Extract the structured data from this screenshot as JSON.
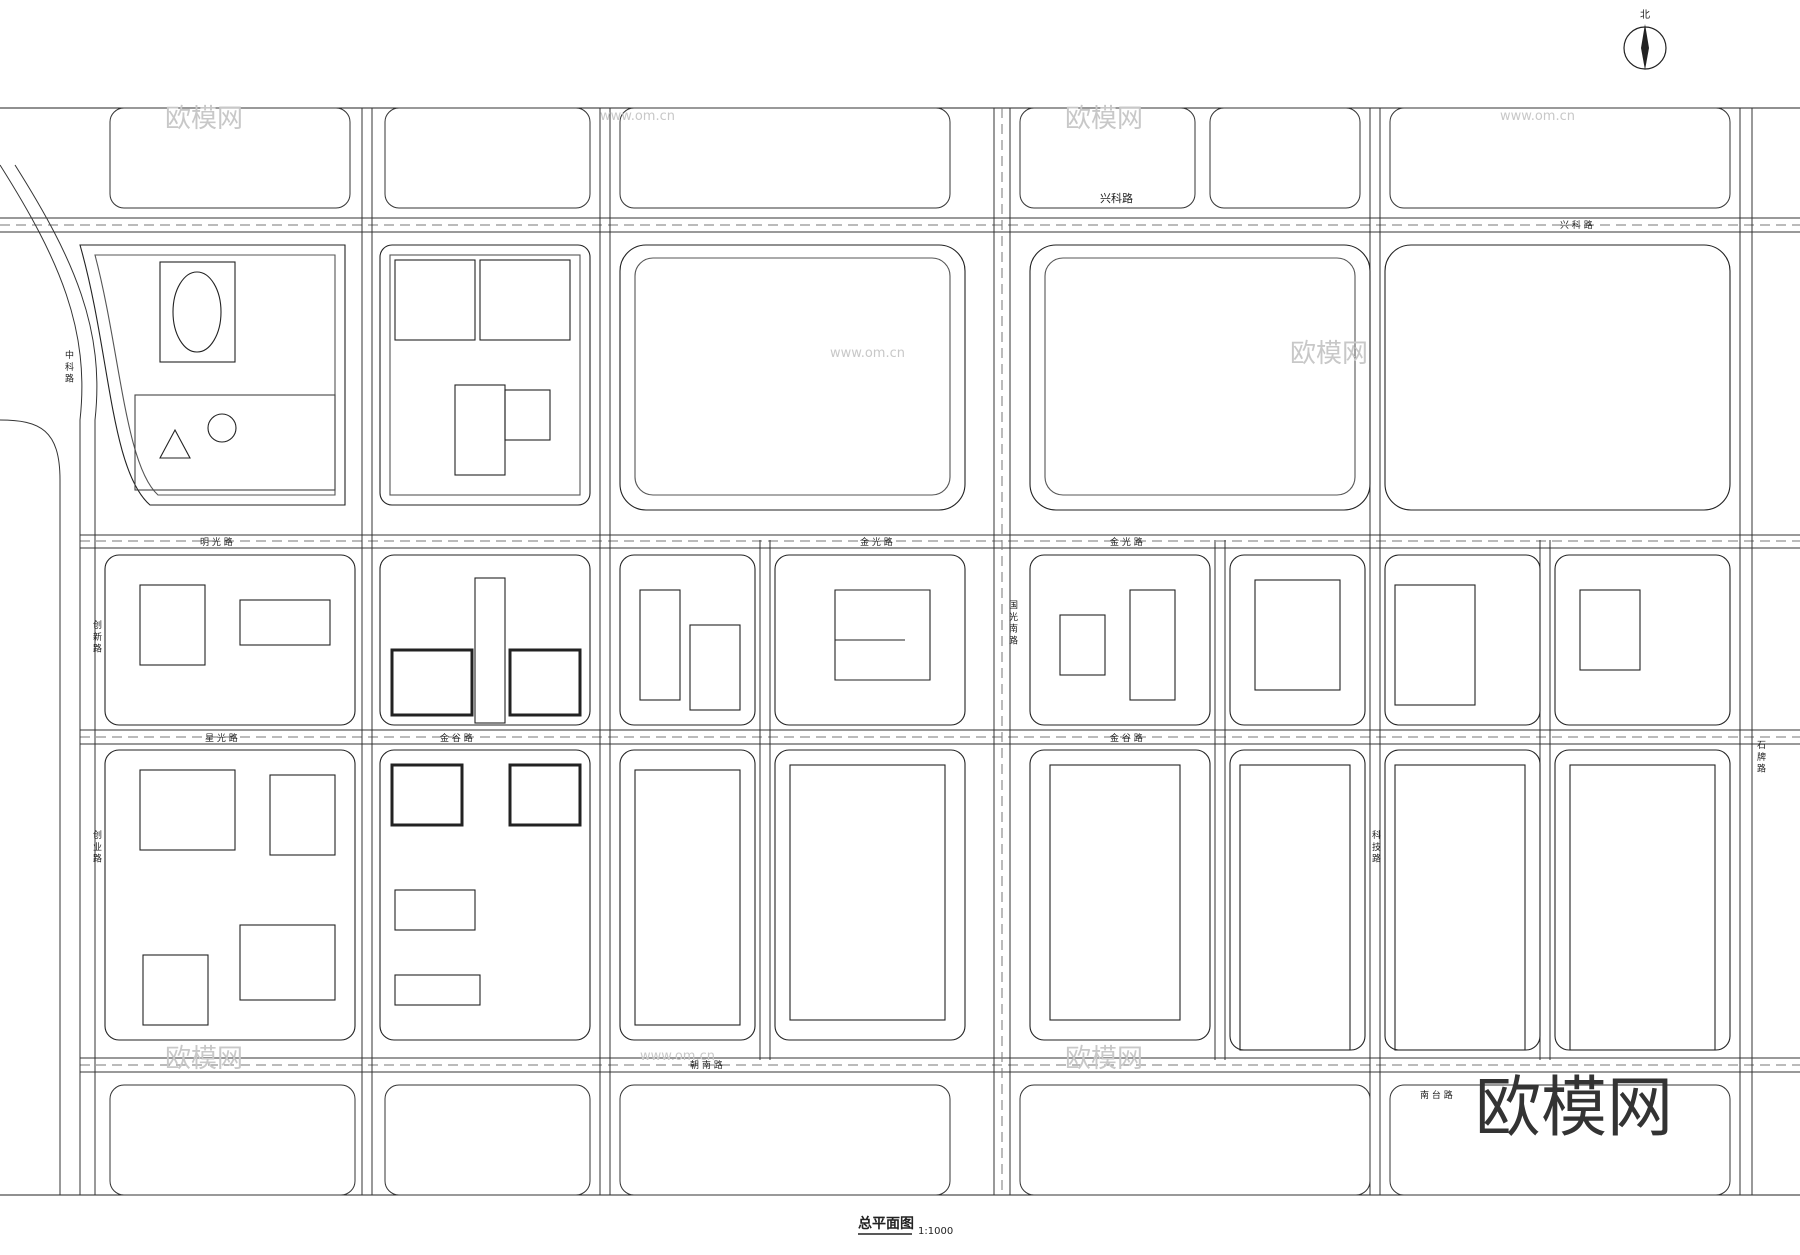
{
  "drawing": {
    "title": "总平面图",
    "scale": "1:1000",
    "north_label": "北"
  },
  "roads": {
    "north_main": "兴科路",
    "north_main_right": "兴 科 路",
    "center_upper": "金 光 路",
    "center_upper_left": "明 光 路",
    "center_upper_right": "金 光 路",
    "center_lower_left": "星 光 路",
    "center_lower_mid": "金 谷 路",
    "center_lower_right": "金 谷 路",
    "south_main": "朝 南 路",
    "south_right": "南 台 路",
    "west_upper": "创 新 路",
    "west_lower": "创 业 路",
    "west_outer": "中 科 路",
    "east_right": "石 牌 路",
    "mid_vertical": "国 光 南 路",
    "mid_vertical2": "科 技 路"
  },
  "watermarks": {
    "brand_cn": "欧模网",
    "brand_url": "www.om.cn",
    "corner_logo": "欧模网"
  }
}
